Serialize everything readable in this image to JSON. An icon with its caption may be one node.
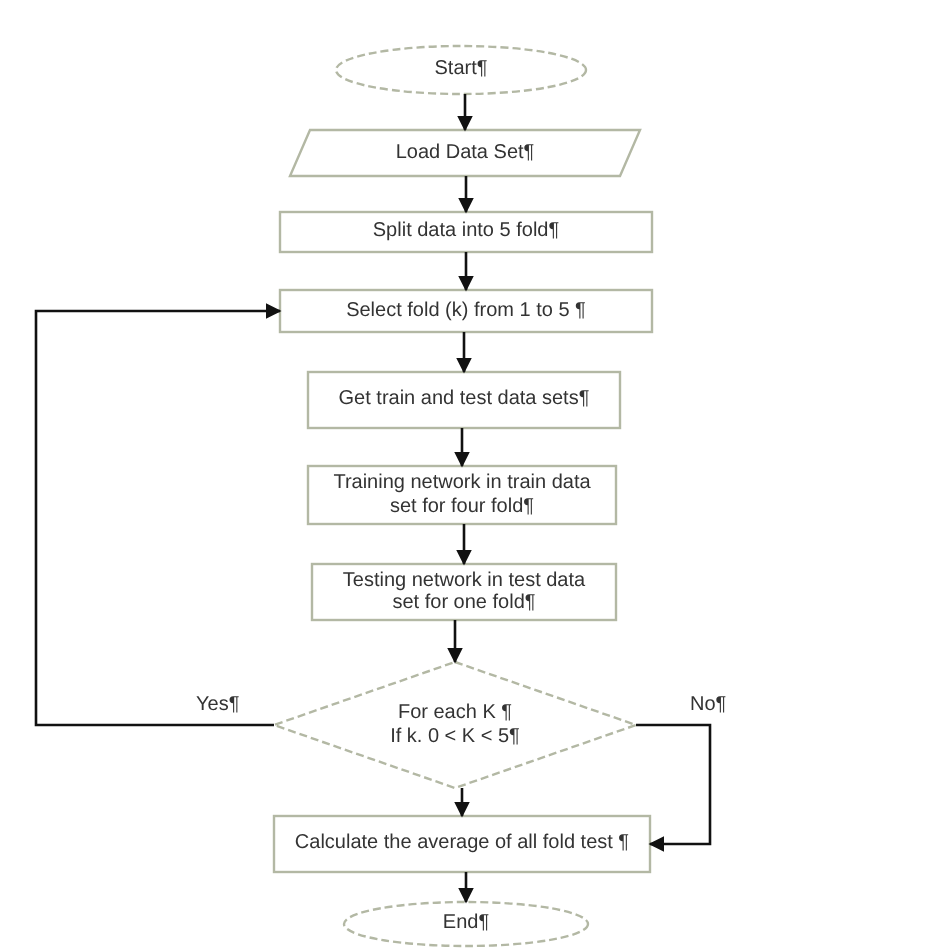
{
  "diagram": {
    "nodes": [
      {
        "text": [
          "Start¶"
        ]
      },
      {
        "text": [
          "Load Data Set¶"
        ]
      },
      {
        "text": [
          "Split data into 5 fold¶"
        ]
      },
      {
        "text": [
          "Select fold (k) from 1 to 5 ¶"
        ]
      },
      {
        "text": [
          "Get train and test data sets¶"
        ]
      },
      {
        "text": [
          "Training network in train data set for four fold¶"
        ]
      },
      {
        "text": [
          "Testing network in test data set for one fold¶"
        ]
      },
      {
        "text": [
          "For each K ¶",
          "If k. 0 < K < 5¶"
        ]
      },
      {
        "text": [
          "Calculate the average of all fold test ¶"
        ]
      },
      {
        "text": [
          "End¶"
        ]
      }
    ],
    "edges": [
      {
        "from": 0,
        "to": 1,
        "arrow": "to"
      },
      {
        "from": 1,
        "to": 2,
        "arrow": "to"
      },
      {
        "from": 2,
        "to": 3,
        "arrow": "to"
      },
      {
        "from": 3,
        "to": 4,
        "arrow": "to"
      },
      {
        "from": 4,
        "to": 5,
        "arrow": "to"
      },
      {
        "from": 5,
        "to": 6,
        "arrow": "to"
      },
      {
        "from": 6,
        "to": 7,
        "arrow": "to"
      },
      {
        "from": 7,
        "to": 3,
        "arrow": "to",
        "label": "Yes¶"
      },
      {
        "from": 7,
        "to": 8,
        "arrow": "to"
      },
      {
        "from": 7,
        "to": 8,
        "arrow": "to",
        "label": "No¶"
      },
      {
        "from": 8,
        "to": 9,
        "arrow": "to"
      }
    ]
  }
}
